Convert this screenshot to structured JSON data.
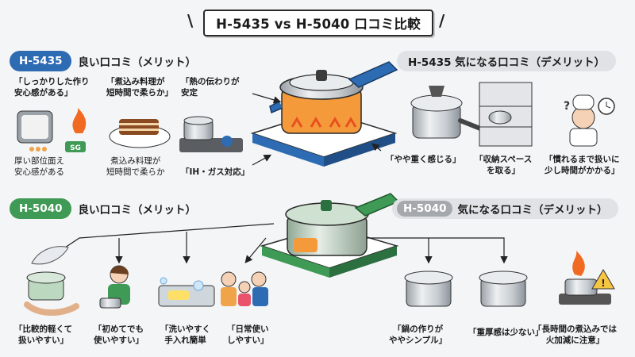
{
  "title": "H-5435 vs H-5040 口コミ比較",
  "sections": {
    "h5435_good": {
      "model": "H-5435",
      "heading": "良い口コミ（メリット）",
      "items": [
        "「しっかりした作り\n安心感がある」",
        "「煮込み料理が\n短時間で柔らか」",
        "「熱の伝わりが\n安定",
        "厚い部位面え\n安心感がある",
        "煮込み料理が\n短時間で柔らか",
        "「IH・ガス対応」"
      ]
    },
    "h5435_bad": {
      "heading": "H-5435 気になる口コミ（デメリット）",
      "items": [
        "「やや重く感じる」",
        "「収納スペース\nを取る」",
        "「慣れるまで扱いに\n少し時間がかかる」"
      ]
    },
    "h5040_good": {
      "model": "H-5040",
      "heading": "良い口コミ（メリット）",
      "items": [
        "「比較的軽くて\n扱いやすい」",
        "「初めてでも\n使いやすい」",
        "「洗いやすく\n手入れ簡単",
        "「日常使い\nしやすい」"
      ]
    },
    "h5040_bad": {
      "model": "H-5040",
      "heading": "気になる口コミ（デメリット）",
      "items": [
        "「鍋の作りが\nややシンプル」",
        "「重厚感は少ない」",
        "「長時間の煮込みでは\n火加減に注意」"
      ]
    }
  },
  "colors": {
    "blue": "#2d6bb3",
    "green": "#3e9a54",
    "gray": "#b7b9bd",
    "orange": "#f08a24"
  },
  "icons": [
    "pressure-cooker-blue-icon",
    "pressure-cooker-green-icon",
    "induction-plate-icon",
    "flame-icon",
    "sg-mark-icon",
    "braised-pork-icon",
    "gas-stove-icon",
    "kitchen-shelf-icon",
    "chef-icon",
    "clock-icon",
    "feather-icon",
    "hand-icon",
    "woman-cooking-icon",
    "sink-icon",
    "family-icon",
    "pot-icon",
    "warning-icon"
  ]
}
